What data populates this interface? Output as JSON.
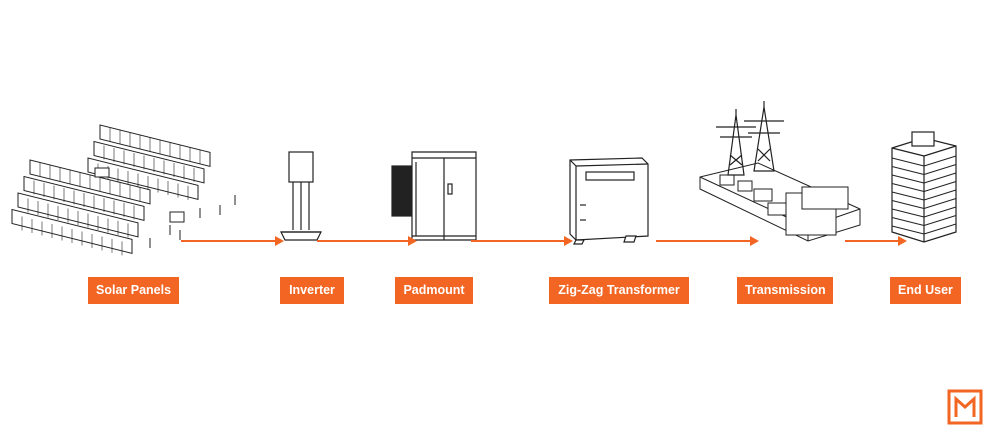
{
  "stages": [
    {
      "label": "Solar Panels",
      "icon": "solar-panel-array-icon"
    },
    {
      "label": "Inverter",
      "icon": "inverter-icon"
    },
    {
      "label": "Padmount",
      "icon": "padmount-transformer-icon"
    },
    {
      "label": "Zig-Zag Transformer",
      "icon": "zig-zag-transformer-icon"
    },
    {
      "label": "Transmission",
      "icon": "transmission-substation-icon"
    },
    {
      "label": "End User",
      "icon": "building-icon"
    }
  ],
  "colors": {
    "accent": "#f26522",
    "line_art": "#222222",
    "background": "#ffffff"
  },
  "logo": {
    "icon": "brand-logo-icon"
  }
}
